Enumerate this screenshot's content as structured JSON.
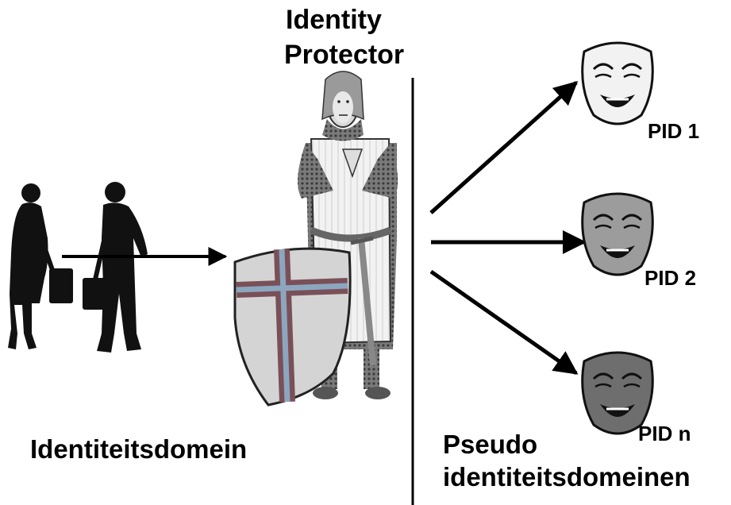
{
  "title": {
    "line1": "Identity",
    "line2": "Protector"
  },
  "pseudonyms": [
    {
      "label": "PID 1",
      "tone": "#f2f2f2"
    },
    {
      "label": "PID 2",
      "tone": "#9c9c9c"
    },
    {
      "label": "PID n",
      "tone": "#6e6e6e"
    }
  ],
  "domains": {
    "left": "Identiteitsdomein",
    "right_line1": "Pseudo",
    "right_line2": "identiteitsdomeinen"
  },
  "colors": {
    "ink": "#000000",
    "shield_red": "#7a5058",
    "shield_blue": "#8da6bf"
  }
}
